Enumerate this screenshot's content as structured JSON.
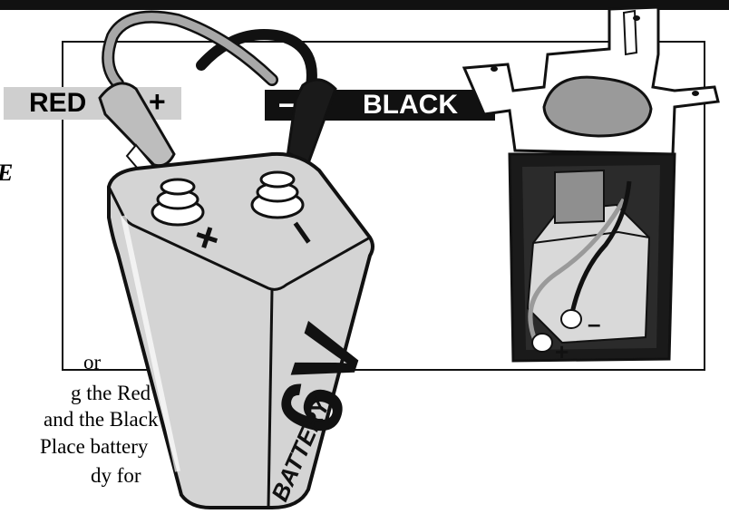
{
  "labels": {
    "red_word": "RED",
    "red_sign": "+",
    "black_word": "BLACK",
    "black_sign": "–"
  },
  "battery": {
    "voltage": "6V",
    "word": "BATTERY",
    "plus_mark": "+",
    "minus_mark": "–"
  },
  "inset": {
    "plus_mark": "+",
    "minus_mark": "–"
  },
  "text_fragments": {
    "letter_e": "E",
    "line1": "or",
    "line2": "g the Red",
    "line3": "and the Black",
    "line4": "Place battery",
    "line5": "dy for"
  }
}
